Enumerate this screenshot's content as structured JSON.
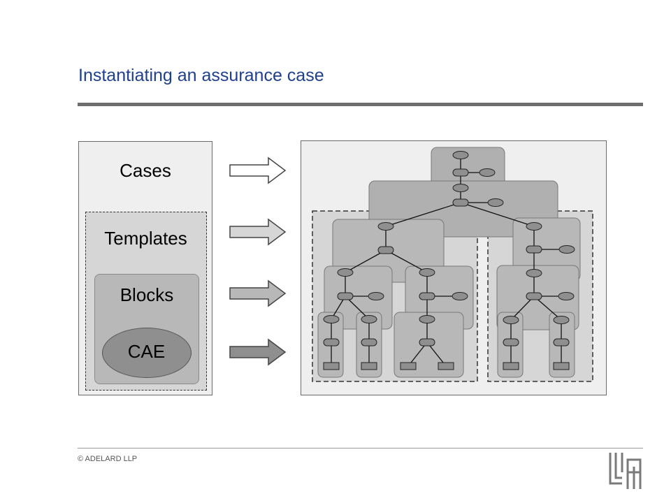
{
  "slide": {
    "title": "Instantiating an assurance case",
    "footer": "© ADELARD LLP"
  },
  "hierarchy": {
    "levels": [
      "Cases",
      "Templates",
      "Blocks",
      "CAE"
    ]
  },
  "logo": {
    "icon": "adelard-logo-icon"
  },
  "colors": {
    "title": "#1f3f8f",
    "rule": "#6e6e6e",
    "panel": "#efefef",
    "node_fill": "#8f8f8f",
    "block_fill": "#b8b8b8"
  }
}
